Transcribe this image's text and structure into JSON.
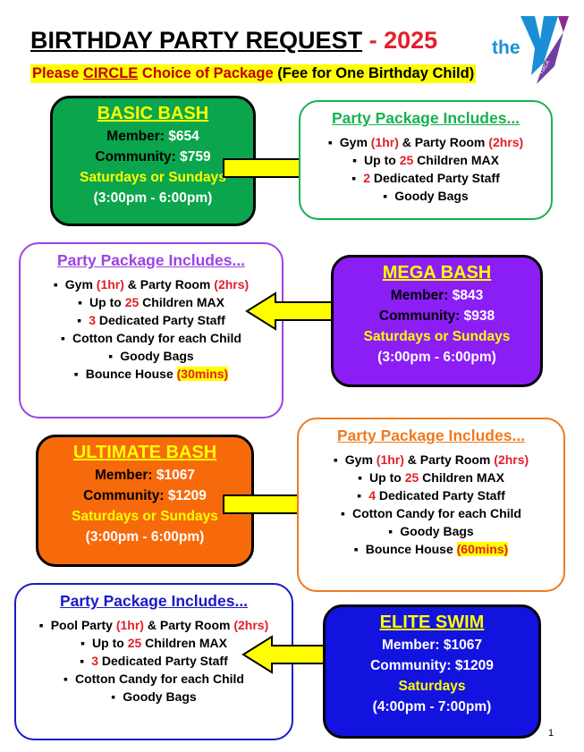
{
  "header": {
    "title": "BIRTHDAY PARTY REQUEST",
    "dash": " - ",
    "year": "2025",
    "subtitle_please": "Please ",
    "subtitle_circle": "CIRCLE",
    "subtitle_choice": " Choice of Package ",
    "subtitle_fee": "(Fee for One Birthday Child)",
    "logo_text": "the",
    "logo_small": "YMCA"
  },
  "colors": {
    "basic": "#0aa54c",
    "mega": "#8b1ef5",
    "ultimate": "#f76a0c",
    "elite": "#1313e0",
    "basic_border": "#17b24e",
    "mega_border": "#9b44e6",
    "ultimate_border": "#f07a1e",
    "elite_border": "#1a1ac8"
  },
  "packages": {
    "basic": {
      "name": "BASIC BASH",
      "member_label": "Member:",
      "member_price": "$654",
      "community_label": "Community:",
      "community_price": "$759",
      "days": "Saturdays or Sundays",
      "time": "(3:00pm - 6:00pm)"
    },
    "mega": {
      "name": "MEGA BASH",
      "member_label": "Member:",
      "member_price": "$843",
      "community_label": "Community:",
      "community_price": "$938",
      "days": "Saturdays or Sundays",
      "time": "(3:00pm - 6:00pm)"
    },
    "ultimate": {
      "name": "ULTIMATE BASH",
      "member_label": "Member:",
      "member_price": "$1067",
      "community_label": "Community:",
      "community_price": "$1209",
      "days": "Saturdays or Sundays",
      "time": "(3:00pm - 6:00pm)"
    },
    "elite": {
      "name": "ELITE SWIM",
      "member_label": "Member:",
      "member_price": "$1067",
      "community_label": "Community:",
      "community_price": "$1209",
      "days": "Saturdays",
      "time": "(4:00pm - 7:00pm)"
    }
  },
  "includes": {
    "heading": "Party Package Includes...",
    "basic": {
      "gym": "Gym ",
      "gym_hr": "(1hr)",
      "room": " & Party Room ",
      "room_hr": "(2hrs)",
      "children_pre": "Up to ",
      "children_num": "25",
      "children_post": " Children MAX",
      "staff_num": "2",
      "staff_post": " Dedicated Party Staff",
      "goody": "Goody Bags"
    },
    "mega": {
      "gym": "Gym ",
      "gym_hr": "(1hr)",
      "room": " & Party Room ",
      "room_hr": "(2hrs)",
      "children_pre": "Up to ",
      "children_num": "25",
      "children_post": " Children MAX",
      "staff_num": "3",
      "staff_post": " Dedicated Party Staff",
      "candy": "Cotton Candy for each Child",
      "goody": "Goody Bags",
      "bounce": "Bounce House ",
      "bounce_time": "(30mins)"
    },
    "ultimate": {
      "gym": "Gym ",
      "gym_hr": "(1hr)",
      "room": " & Party Room ",
      "room_hr": "(2hrs)",
      "children_pre": "Up to ",
      "children_num": "25",
      "children_post": " Children MAX",
      "staff_num": "4",
      "staff_post": " Dedicated Party Staff",
      "candy": "Cotton Candy for each Child",
      "goody": "Goody Bags",
      "bounce": "Bounce House ",
      "bounce_time": "(60mins)"
    },
    "elite": {
      "pool": "Pool Party ",
      "pool_hr": "(1hr)",
      "room": " & Party Room ",
      "room_hr": "(2hrs)",
      "children_pre": "Up to ",
      "children_num": "25",
      "children_post": " Children MAX",
      "staff_num": "3",
      "staff_post": " Dedicated Party Staff",
      "candy": "Cotton Candy for each Child",
      "goody": "Goody Bags"
    }
  },
  "footer": {
    "page_number": "1"
  }
}
